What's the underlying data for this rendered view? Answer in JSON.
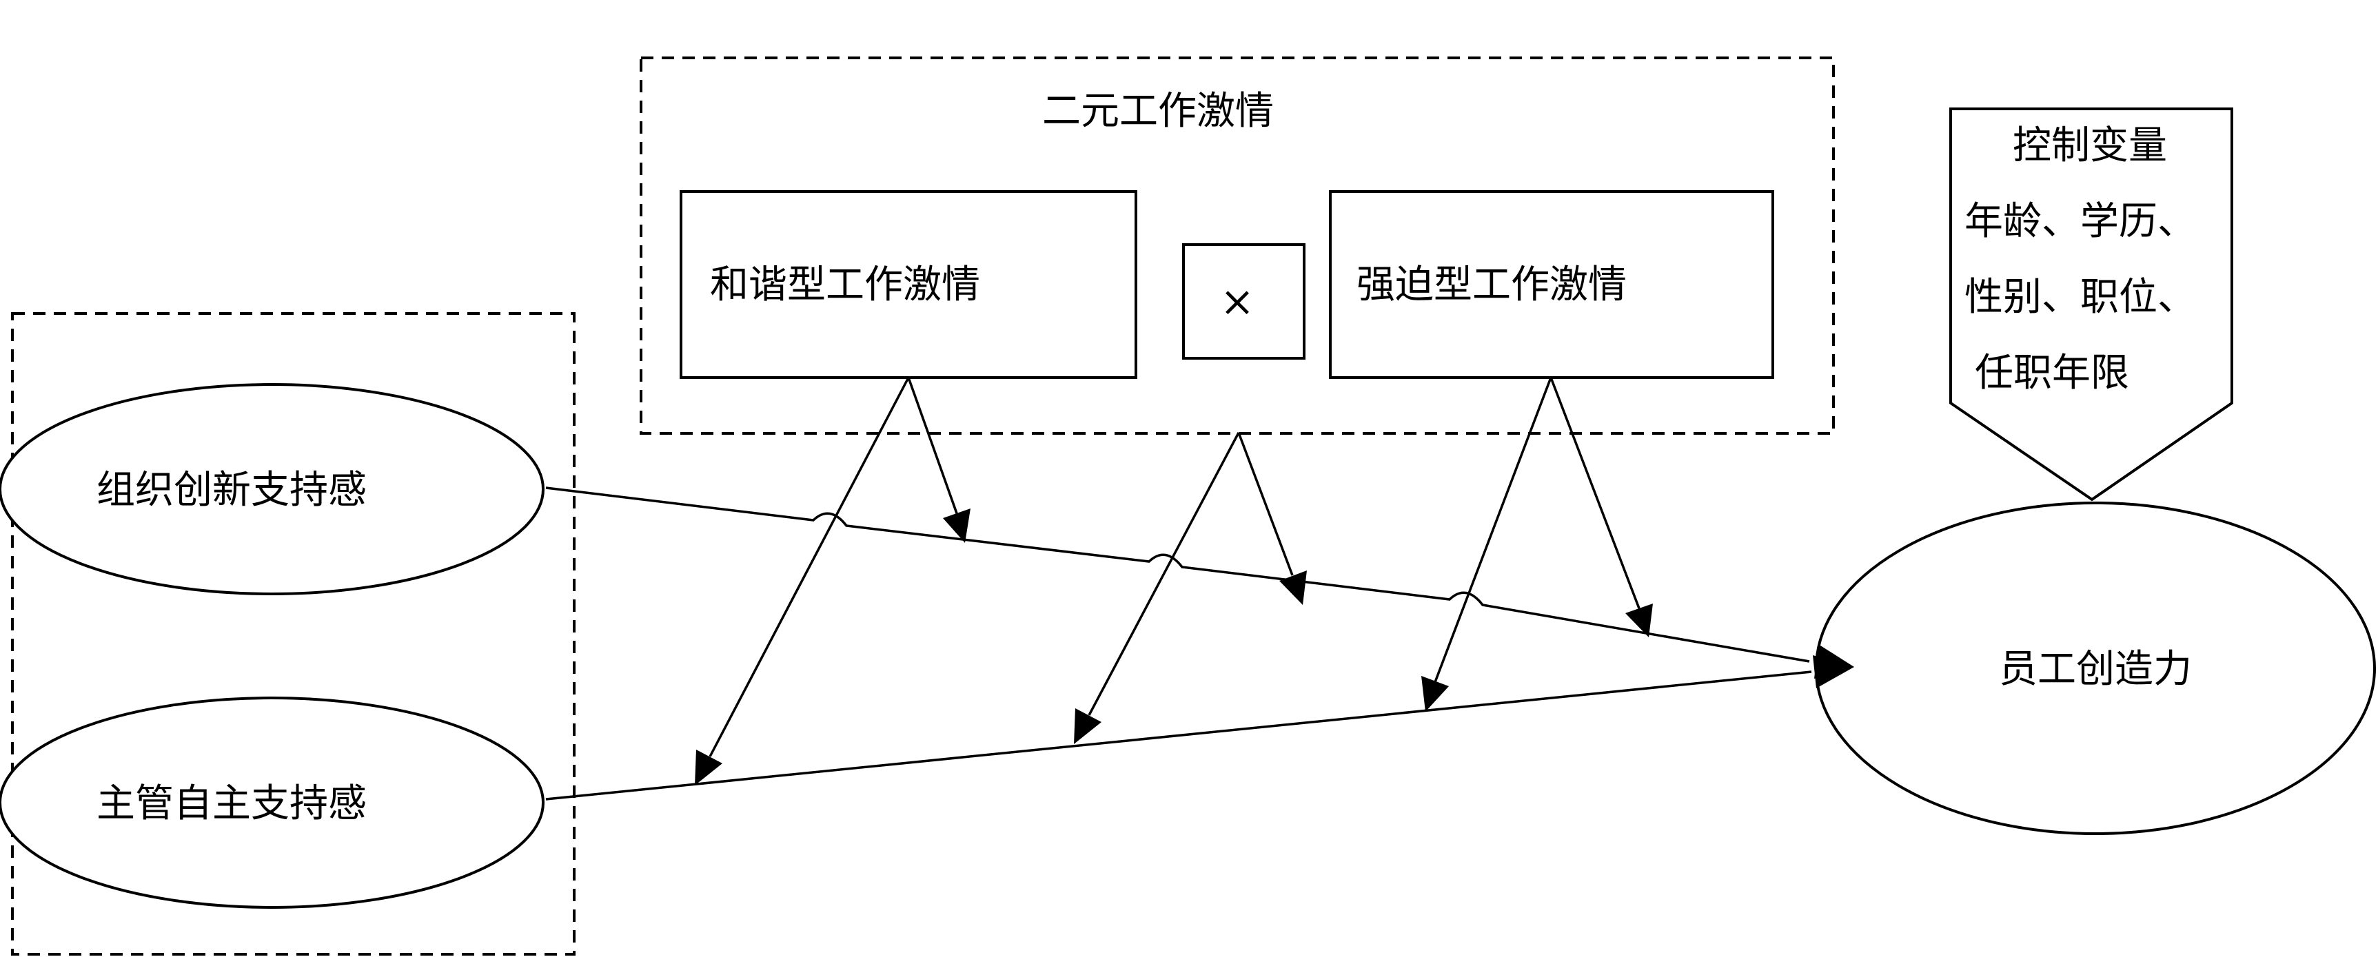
{
  "group_title": "二元工作激情",
  "moderators": {
    "harmonious": "和谐型工作激情",
    "interaction": "×",
    "obsessive": "强迫型工作激情"
  },
  "independent": {
    "org": "组织创新支持感",
    "supervisor": "主管自主支持感"
  },
  "dependent": "员工创造力",
  "controls": [
    "控制变量",
    "年龄、学历、",
    "性别、职位、",
    "任职年限"
  ]
}
